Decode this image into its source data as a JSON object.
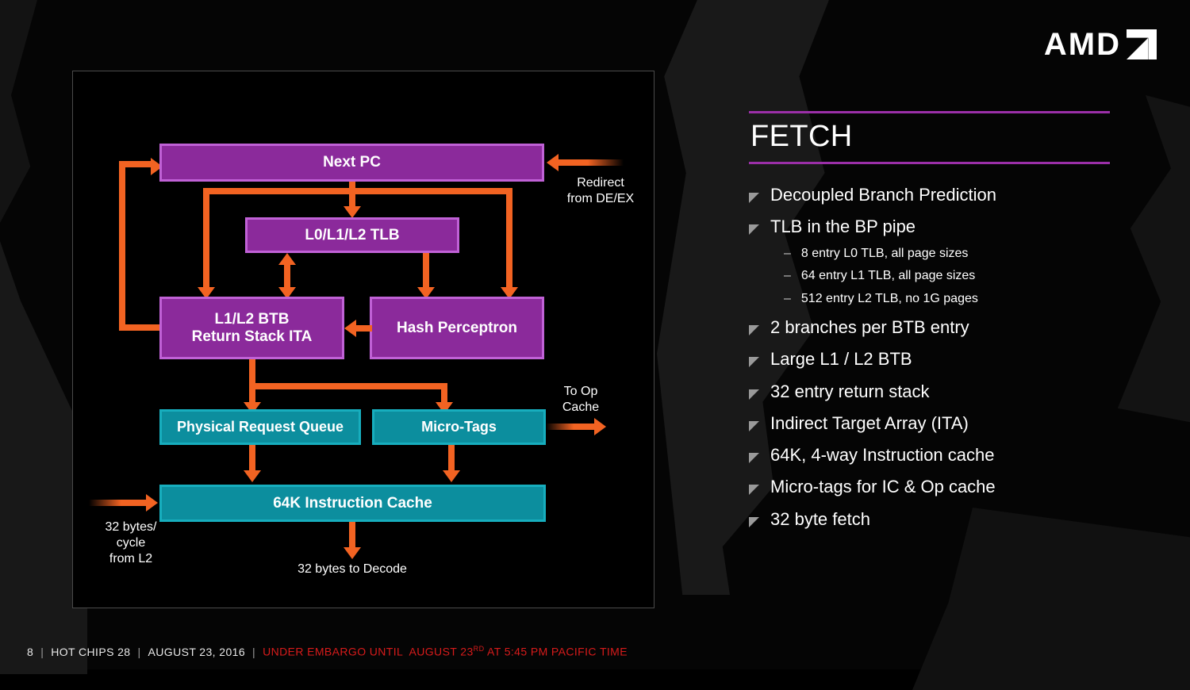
{
  "brand": {
    "wordmark": "AMD",
    "arrow_icon": "amd-arrow-icon"
  },
  "slide": {
    "title": "FETCH",
    "accent_color": "#9B2FA8"
  },
  "bullets": [
    {
      "label": "Decoupled Branch Prediction",
      "sub": []
    },
    {
      "label": "TLB in the BP pipe",
      "sub": [
        "8 entry L0 TLB, all page sizes",
        "64 entry L1 TLB, all page sizes",
        "512 entry L2 TLB, no 1G pages"
      ]
    },
    {
      "label": "2 branches per BTB entry",
      "sub": []
    },
    {
      "label": "Large L1 / L2 BTB",
      "sub": []
    },
    {
      "label": "32 entry return stack",
      "sub": []
    },
    {
      "label": "Indirect Target Array (ITA)",
      "sub": []
    },
    {
      "label": "64K, 4-way Instruction cache",
      "sub": []
    },
    {
      "label": "Micro-tags for IC & Op cache",
      "sub": []
    },
    {
      "label": "32 byte fetch",
      "sub": []
    }
  ],
  "diagram": {
    "colors": {
      "purple_fill": "#8B2A9B",
      "purple_border": "#C061D6",
      "teal_fill": "#0C8E9E",
      "teal_border": "#17AEBE",
      "arrow": "#F26322"
    },
    "nodes": [
      {
        "id": "next-pc",
        "label": "Next PC",
        "kind": "purple"
      },
      {
        "id": "tlb",
        "label": "L0/L1/L2 TLB",
        "kind": "purple"
      },
      {
        "id": "btb",
        "label": "L1/L2 BTB\nReturn Stack ITA",
        "line1": "L1/L2 BTB",
        "line2": "Return Stack ITA",
        "kind": "purple"
      },
      {
        "id": "hash-perceptron",
        "label": "Hash Perceptron",
        "kind": "purple"
      },
      {
        "id": "prq",
        "label": "Physical Request Queue",
        "kind": "teal"
      },
      {
        "id": "micro-tags",
        "label": "Micro-Tags",
        "kind": "teal"
      },
      {
        "id": "icache",
        "label": "64K Instruction Cache",
        "kind": "teal"
      }
    ],
    "labels": {
      "redirect_line1": "Redirect",
      "redirect_line2": "from DE/EX",
      "to_op_line1": "To Op",
      "to_op_line2": "Cache",
      "from_l2_line1": "32 bytes/",
      "from_l2_line2": "cycle",
      "from_l2_line3": "from L2",
      "to_decode": "32 bytes to Decode"
    }
  },
  "footer": {
    "page": "8",
    "event": "HOT CHIPS 28",
    "date": "AUGUST 23, 2016",
    "embargo_pre": "UNDER EMBARGO UNTIL  AUGUST 23",
    "embargo_sup": "RD",
    "embargo_post": " AT 5:45 PM PACIFIC TIME",
    "separator": "|"
  }
}
